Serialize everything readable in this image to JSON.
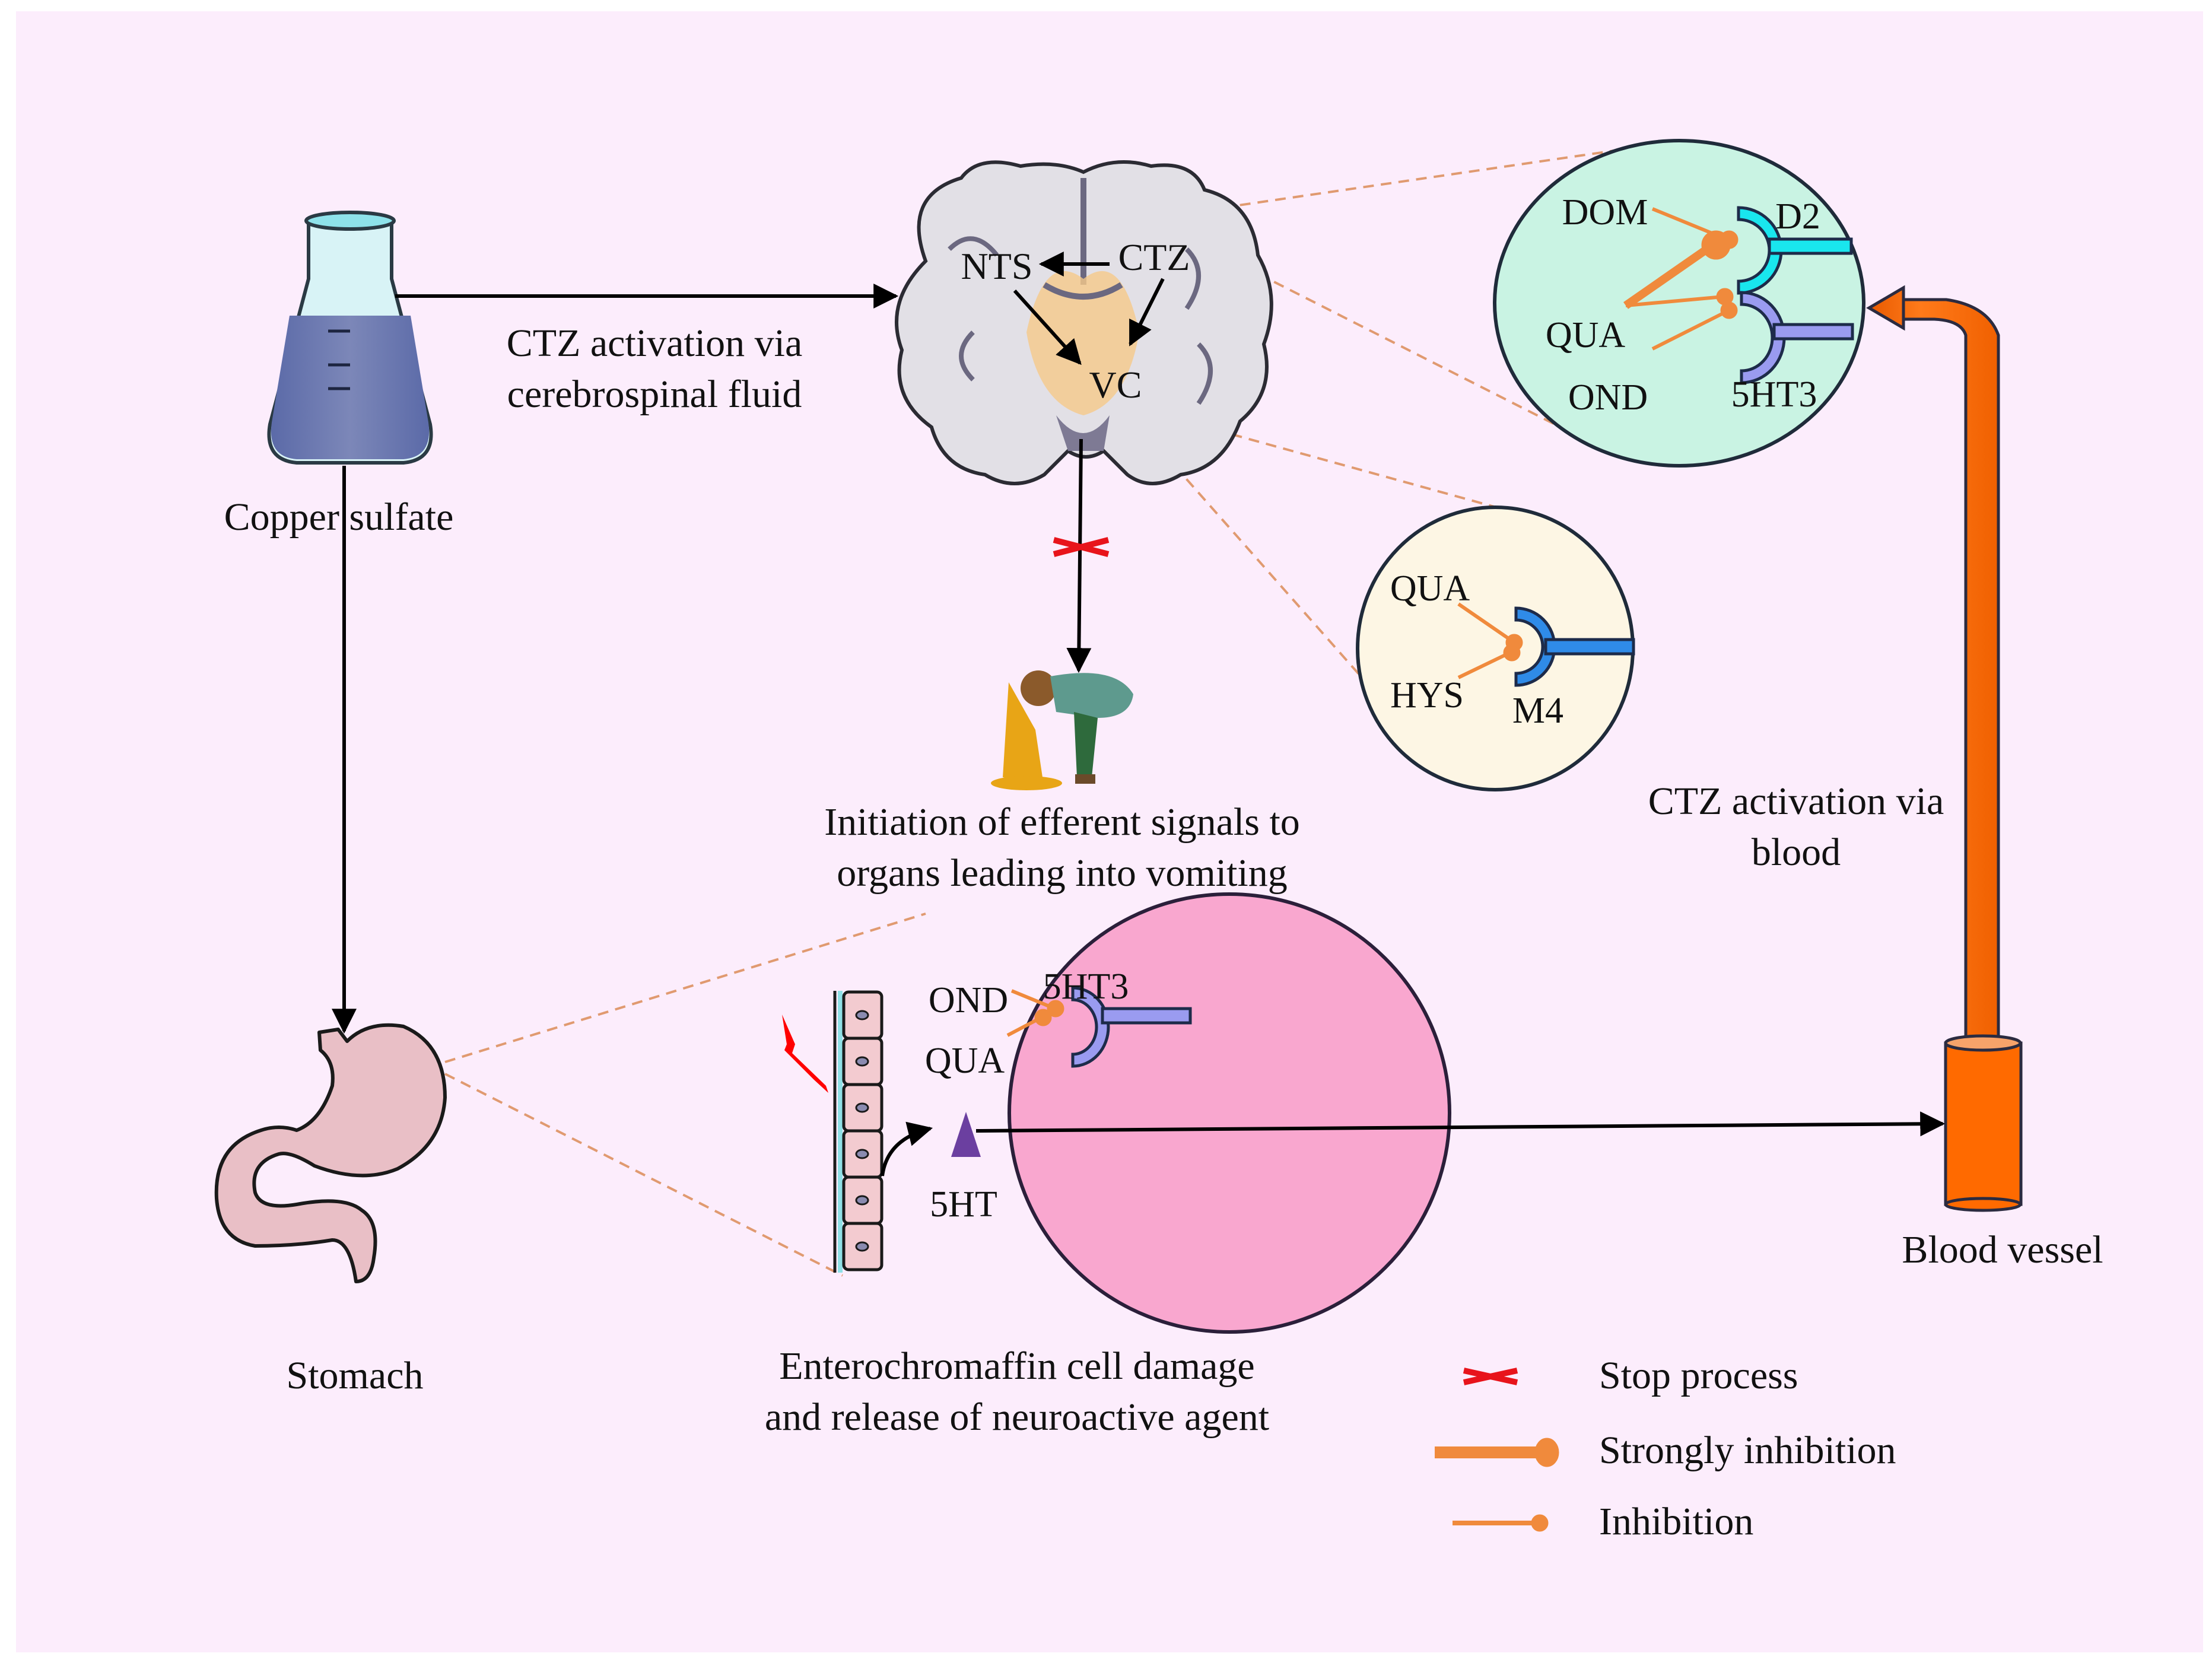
{
  "colors": {
    "panel_background": "#FCEDFC",
    "inhibition": "#F08A3C",
    "stop_mark": "#E8141B",
    "blood_vessel": "#FF6A00",
    "d2_receptor": "#19E6EE",
    "ht3_receptor": "#9A9BF0",
    "m4_receptor": "#2F8BE8",
    "circle_brainstem": "#C9F3E3",
    "circle_m4": "#FDF6E4",
    "circle_gut": "#F9A7CF",
    "serotonin": "#6B3FA0"
  },
  "nodes": {
    "copper_sulfate": "Copper sulfate",
    "stomach": "Stomach",
    "blood_vessel": "Blood vessel"
  },
  "captions": {
    "csf_line1": "CTZ activation via",
    "csf_line2": "cerebrospinal fluid",
    "blood_line1": "CTZ activation via",
    "blood_line2": "blood",
    "vomit_line1": "Initiation of efferent signals to",
    "vomit_line2": "organs leading into vomiting",
    "ec_line1": "Enterochromaffin cell damage",
    "ec_line2": "and release of neuroactive agent"
  },
  "brain": {
    "nts": "NTS",
    "ctz": "CTZ",
    "vc": "VC"
  },
  "circle_d2_5ht3": {
    "drugs": [
      "DOM",
      "QUA",
      "OND"
    ],
    "receptors": [
      "D2",
      "5HT3"
    ]
  },
  "circle_m4": {
    "drugs": [
      "QUA",
      "HYS"
    ],
    "receptor": "M4"
  },
  "circle_gut": {
    "drugs": [
      "OND",
      "QUA"
    ],
    "receptor": "5HT3",
    "agent": "5HT"
  },
  "legend": [
    {
      "icon": "stop-cross",
      "label": "Stop process"
    },
    {
      "icon": "strong-inhibition",
      "label": "Strongly inhibition"
    },
    {
      "icon": "inhibition",
      "label": "Inhibition"
    }
  ]
}
